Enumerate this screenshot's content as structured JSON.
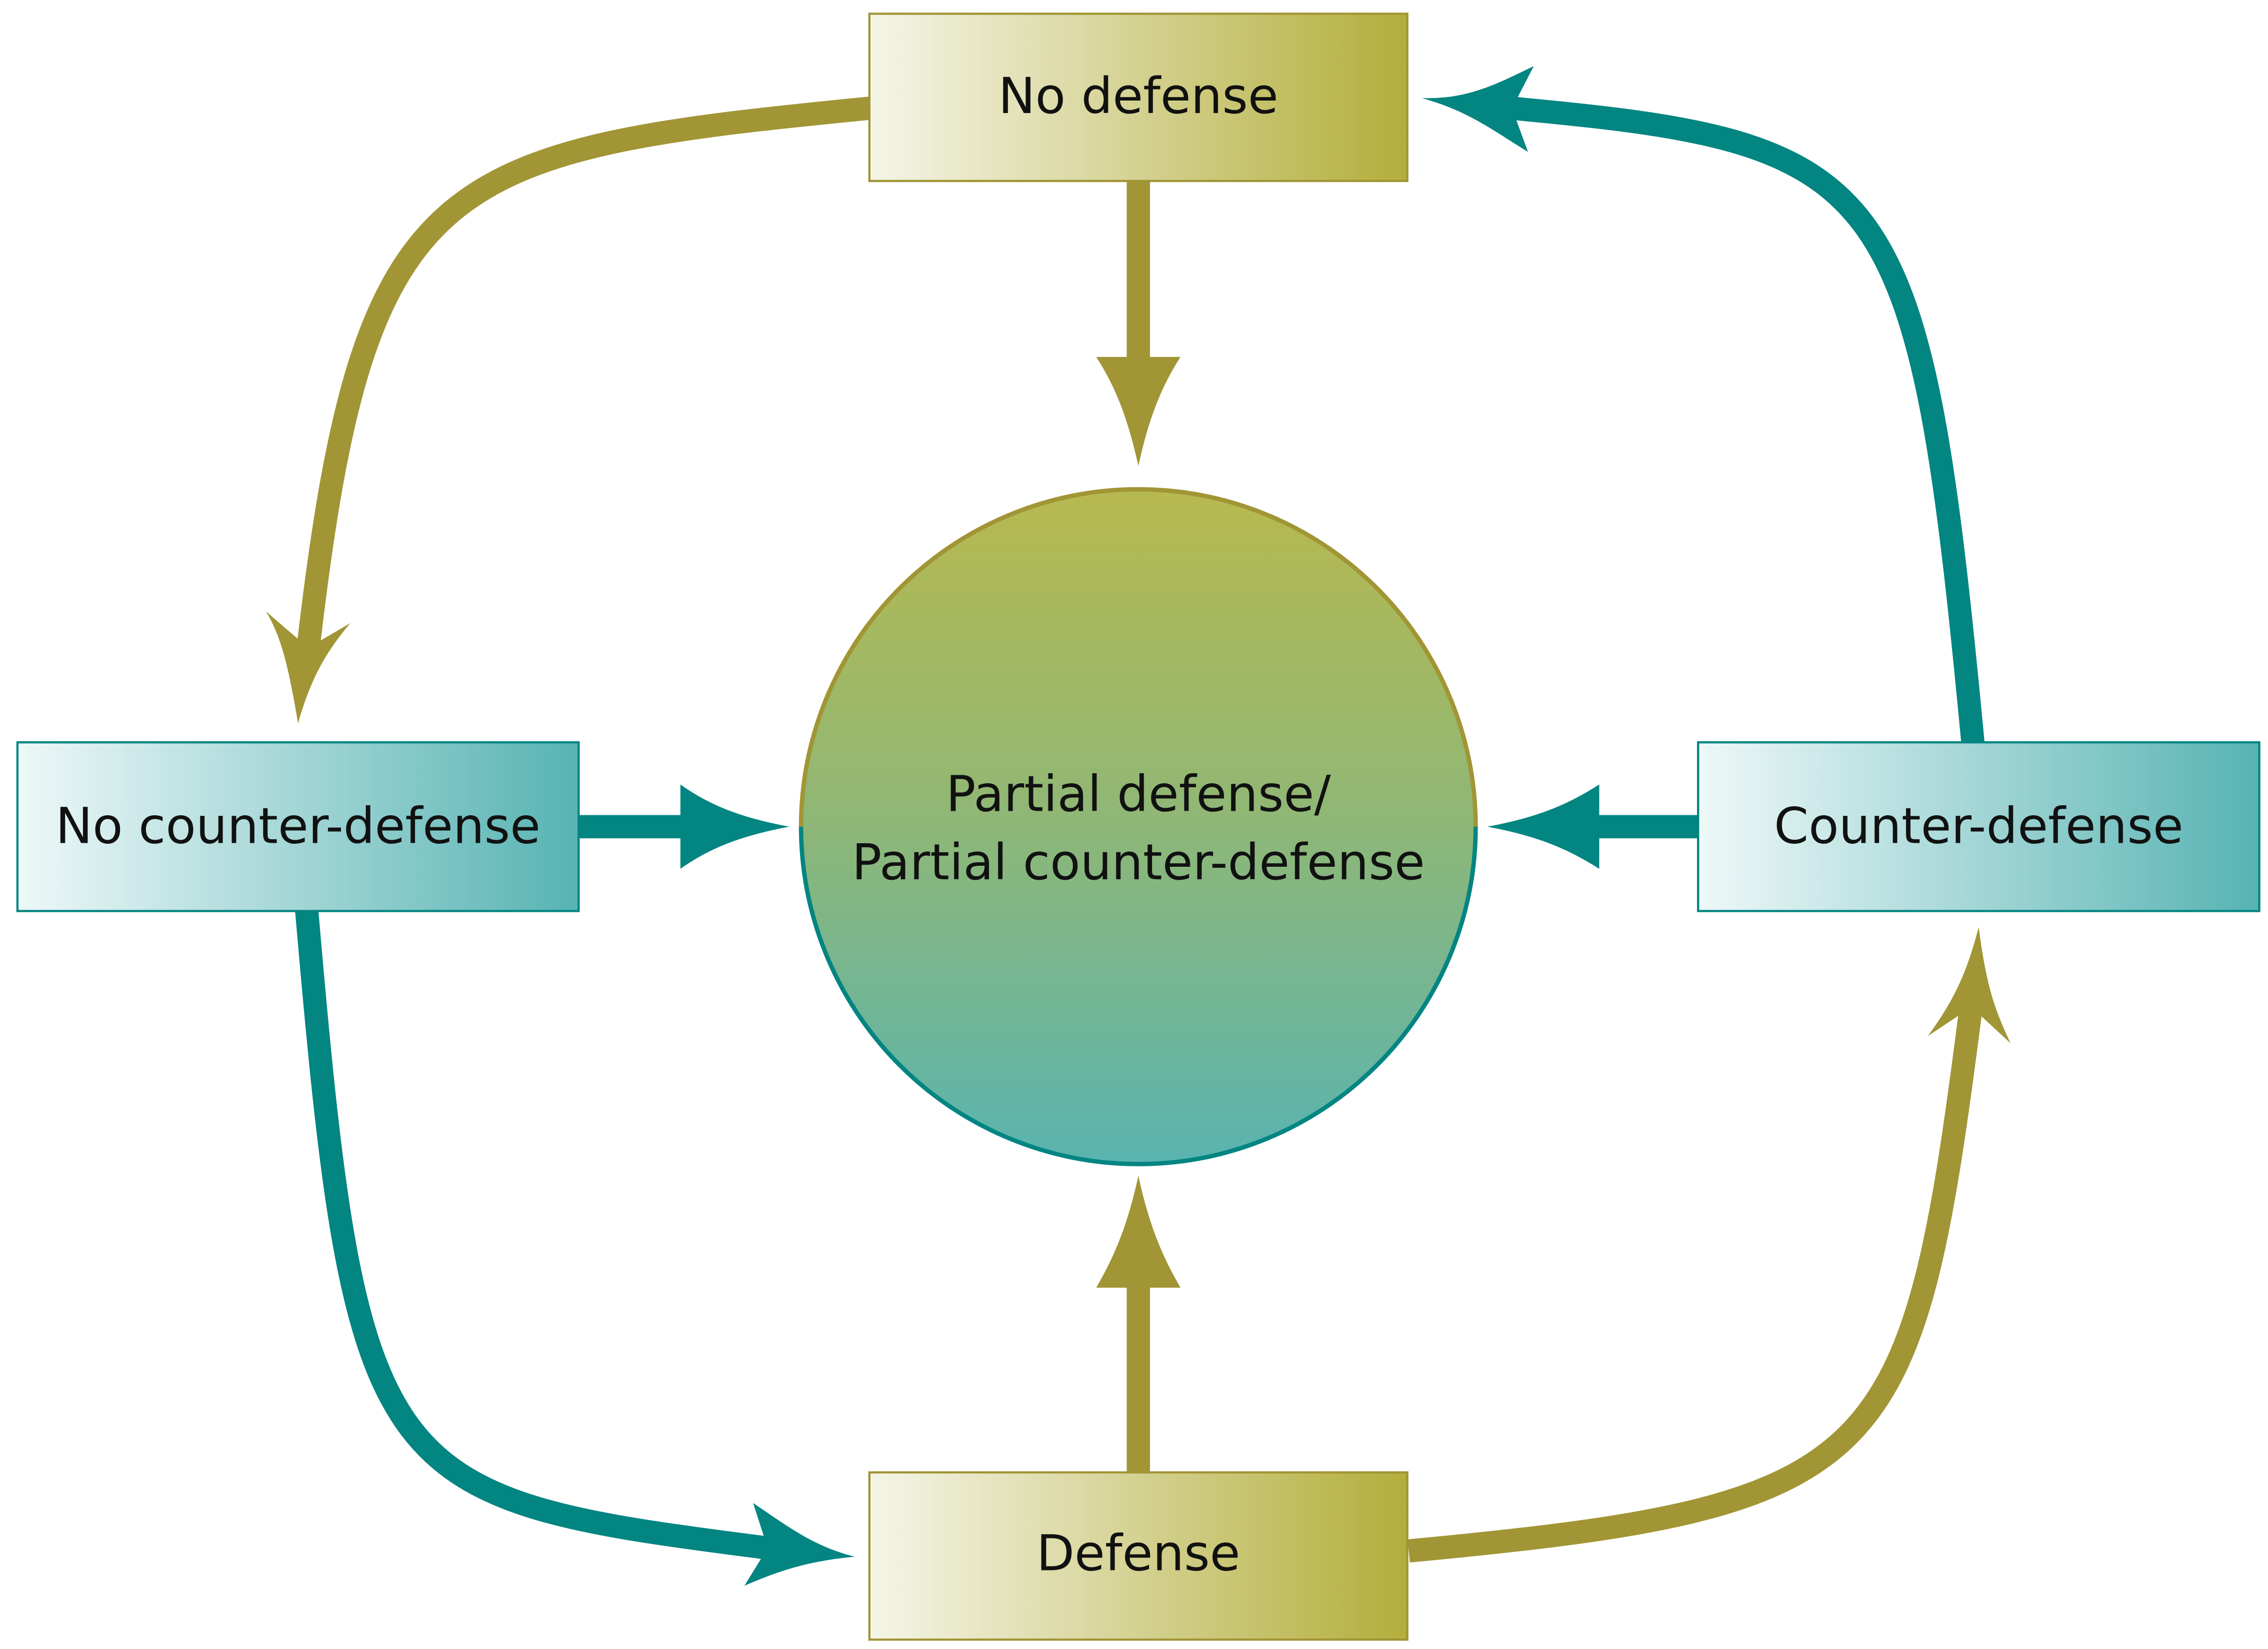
{
  "nodes": {
    "no_defense": {
      "label": "No defense"
    },
    "defense": {
      "label": "Defense"
    },
    "no_counter_defense": {
      "label": "No counter-defense"
    },
    "counter_defense": {
      "label": "Counter-defense"
    },
    "center": {
      "line1": "Partial defense/",
      "line2": "Partial counter-defense"
    }
  },
  "colors": {
    "olive": "#a19535",
    "teal": "#038582",
    "olive_light": "#f5f5e8",
    "olive_dark": "#b3ae3b",
    "teal_light": "#eef8f8",
    "teal_dark": "#57b3b3",
    "circle_top": "#b7b94f",
    "circle_bottom": "#59b4b0"
  }
}
